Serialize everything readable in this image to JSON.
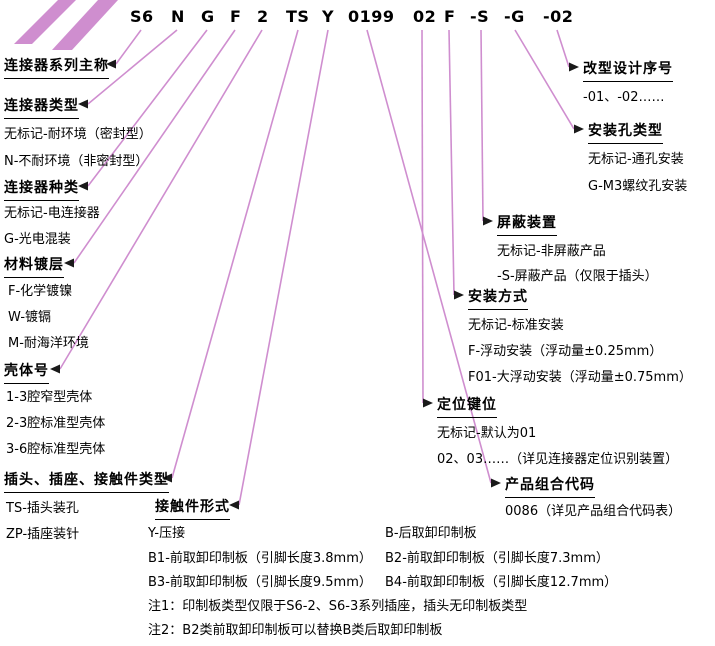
{
  "code": {
    "segments": [
      "S6",
      "N",
      "G",
      "F",
      "2",
      "TS",
      "Y",
      "0199",
      "02",
      "F",
      "-S",
      "-G",
      "-02"
    ]
  },
  "left": {
    "series": {
      "heading": "连接器系列主称"
    },
    "type": {
      "heading": "连接器类型",
      "items": [
        "无标记-耐环境（密封型）",
        "N-不耐环境（非密封型）"
      ]
    },
    "kind": {
      "heading": "连接器种类",
      "items": [
        "无标记-电连接器",
        "G-光电混装"
      ]
    },
    "plating": {
      "heading": "材料镀层",
      "items": [
        "F-化学镀镍",
        "W-镀镉",
        "M-耐海洋环境"
      ]
    },
    "shell": {
      "heading": "壳体号",
      "items": [
        "1-3腔窄型壳体",
        "2-3腔标准型壳体",
        "3-6腔标准型壳体"
      ]
    },
    "contact_type": {
      "heading": "插头、插座、接触件类型",
      "items": [
        "TS-插头装孔",
        "ZP-插座装针"
      ]
    }
  },
  "contact_form": {
    "heading": "接触件形式",
    "rows": [
      {
        "c1": "Y-压接",
        "c2": "B-后取卸印制板"
      },
      {
        "c1": "B1-前取卸印制板（引脚长度3.8mm）",
        "c2": "B2-前取卸印制板（引脚长度7.3mm）"
      },
      {
        "c1": "B3-前取卸印制板（引脚长度9.5mm）",
        "c2": "B4-前取卸印制板（引脚长度12.7mm）"
      }
    ],
    "notes": [
      "注1：印制板类型仅限于S6-2、S6-3系列插座，插头无印制板类型",
      "注2：B2类前取卸印制板可以替换B类后取卸印制板"
    ]
  },
  "right": {
    "revision": {
      "heading": "改型设计序号",
      "items": [
        "-01、-02……"
      ]
    },
    "mount_hole": {
      "heading": "安装孔类型",
      "items": [
        "无标记-通孔安装",
        "G-M3螺纹孔安装"
      ]
    },
    "shield": {
      "heading": "屏蔽装置",
      "items": [
        "无标记-非屏蔽产品",
        "-S-屏蔽产品（仅限于插头）"
      ]
    },
    "mount_style": {
      "heading": "安装方式",
      "items": [
        "无标记-标准安装",
        "F-浮动安装（浮动量±0.25mm）",
        "F01-大浮动安装（浮动量±0.75mm）"
      ]
    },
    "key_position": {
      "heading": "定位键位",
      "items": [
        "无标记-默认为01",
        "02、03……（详见连接器定位识别装置）"
      ]
    },
    "combo_code": {
      "heading": "产品组合代码",
      "items": [
        "0086（详见产品组合代码表）"
      ]
    }
  },
  "colors": {
    "line": "#cf8ecf",
    "arrow": "#1a1a1a",
    "ink": "#000000",
    "bg": "#ffffff"
  }
}
